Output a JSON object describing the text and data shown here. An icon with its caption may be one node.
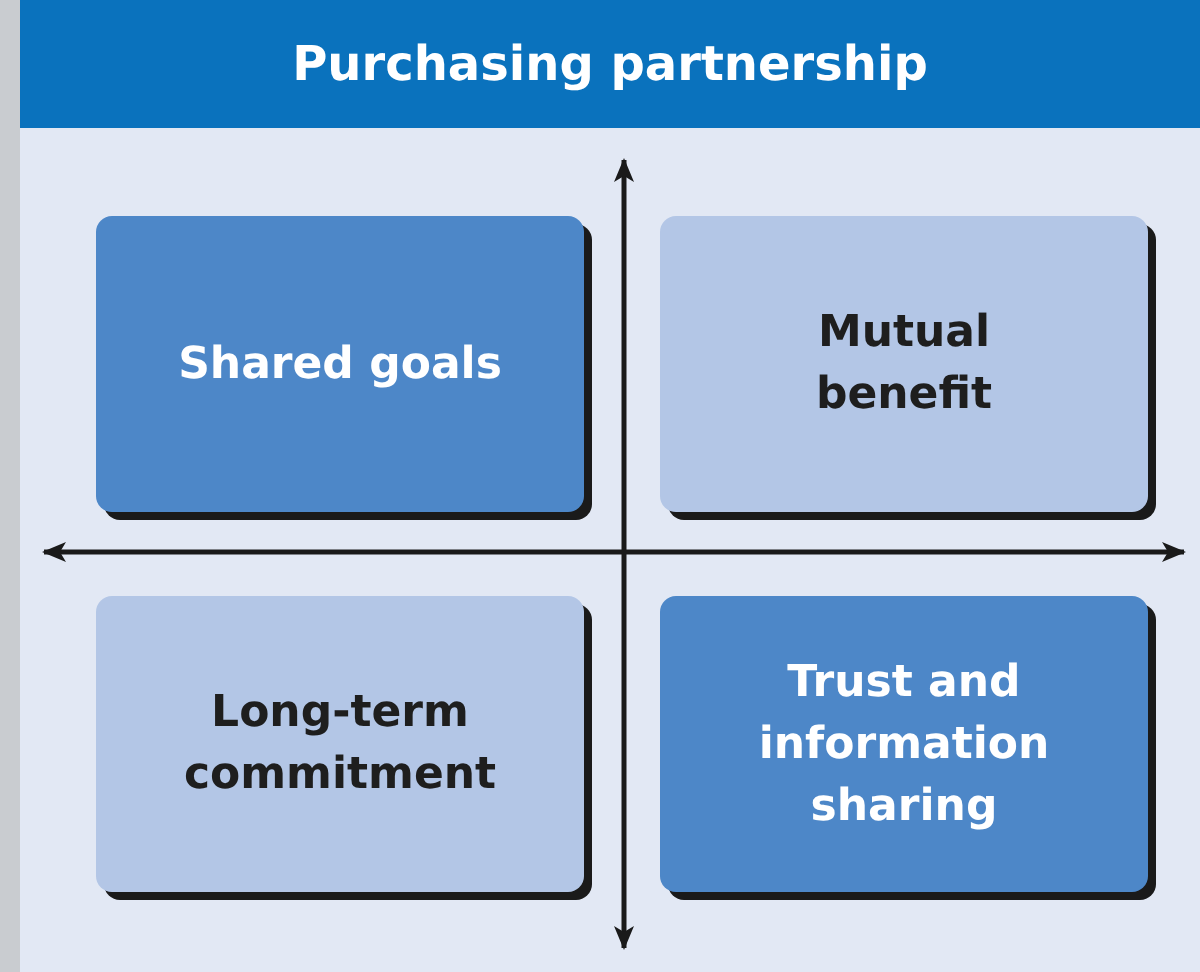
{
  "diagram": {
    "title": "Purchasing partnership",
    "nodes": [
      {
        "text": [
          "Shared goals"
        ]
      },
      {
        "text": [
          "Mutual benefit"
        ]
      },
      {
        "text": [
          "Long-term commitment"
        ]
      },
      {
        "text": [
          "Trust and information sharing"
        ]
      }
    ],
    "edges": []
  }
}
